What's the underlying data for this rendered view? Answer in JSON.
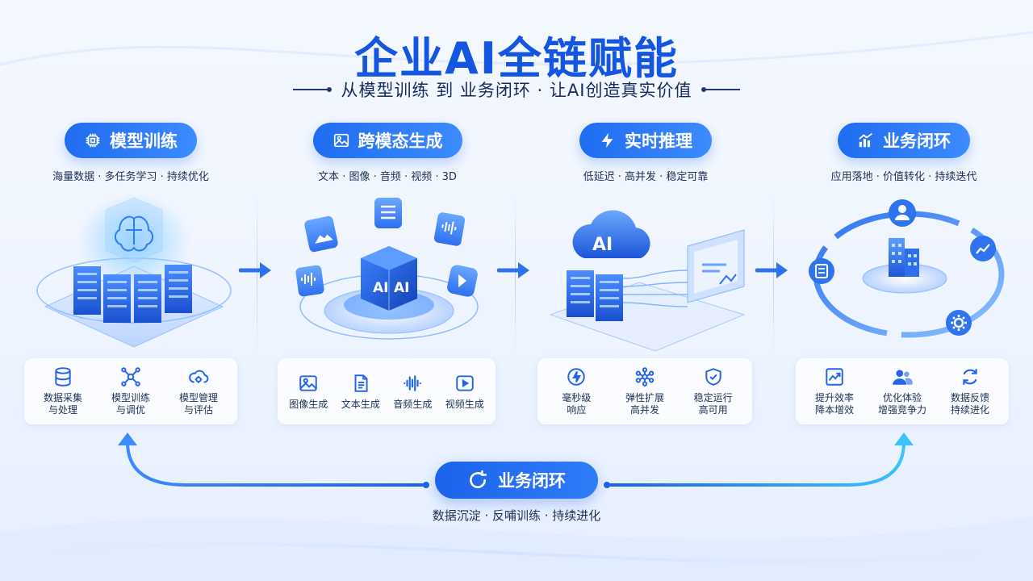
{
  "title": "企业AI全链赋能",
  "subtitle": "从模型训练  到  业务闭环  ·  让AI创造真实价值",
  "colors": {
    "primary": "#1f6cf0",
    "title": "#1456e0",
    "text": "#1d2f55",
    "accent_light": "#8fb8ff"
  },
  "stages": [
    {
      "label": "模型训练",
      "icon": "chip-icon",
      "tags": "海量数据 · 多任务学习 · 持续优化",
      "illustration": "server-brain-cube",
      "features": [
        {
          "label": "数据采集\n与处理",
          "icon": "database-icon"
        },
        {
          "label": "模型训练\n与调优",
          "icon": "network-nodes-icon"
        },
        {
          "label": "模型管理\n与评估",
          "icon": "cloud-settings-icon"
        }
      ]
    },
    {
      "label": "跨模态生成",
      "icon": "image-icon",
      "tags": "文本 · 图像 · 音频 · 视频 · 3D",
      "illustration": "ai-cube-with-media-cards",
      "cube_text": "AI",
      "features": [
        {
          "label": "图像生成",
          "icon": "image-icon"
        },
        {
          "label": "文本生成",
          "icon": "document-icon"
        },
        {
          "label": "音频生成",
          "icon": "waveform-icon"
        },
        {
          "label": "视频生成",
          "icon": "video-play-icon"
        }
      ]
    },
    {
      "label": "实时推理",
      "icon": "lightning-icon",
      "tags": "低延迟 · 高并发 · 稳定可靠",
      "illustration": "ai-cloud-servers-dashboard",
      "cloud_text": "AI",
      "features": [
        {
          "label": "毫秒级\n响应",
          "icon": "speed-bolt-icon"
        },
        {
          "label": "弹性扩展\n高并发",
          "icon": "cluster-icon"
        },
        {
          "label": "稳定运行\n高可用",
          "icon": "shield-check-icon"
        }
      ]
    },
    {
      "label": "业务闭环",
      "icon": "bar-chart-icon",
      "tags": "应用落地 · 价值转化 · 持续迭代",
      "illustration": "building-cycle",
      "features": [
        {
          "label": "提升效率\n降本增效",
          "icon": "trend-up-icon"
        },
        {
          "label": "优化体验\n增强竞争力",
          "icon": "users-icon"
        },
        {
          "label": "数据反馈\n持续进化",
          "icon": "refresh-icon"
        }
      ]
    }
  ],
  "bottom": {
    "label": "业务闭环",
    "icon": "loop-icon",
    "tags": "数据沉淀  ·  反哺训练  ·  持续进化"
  }
}
